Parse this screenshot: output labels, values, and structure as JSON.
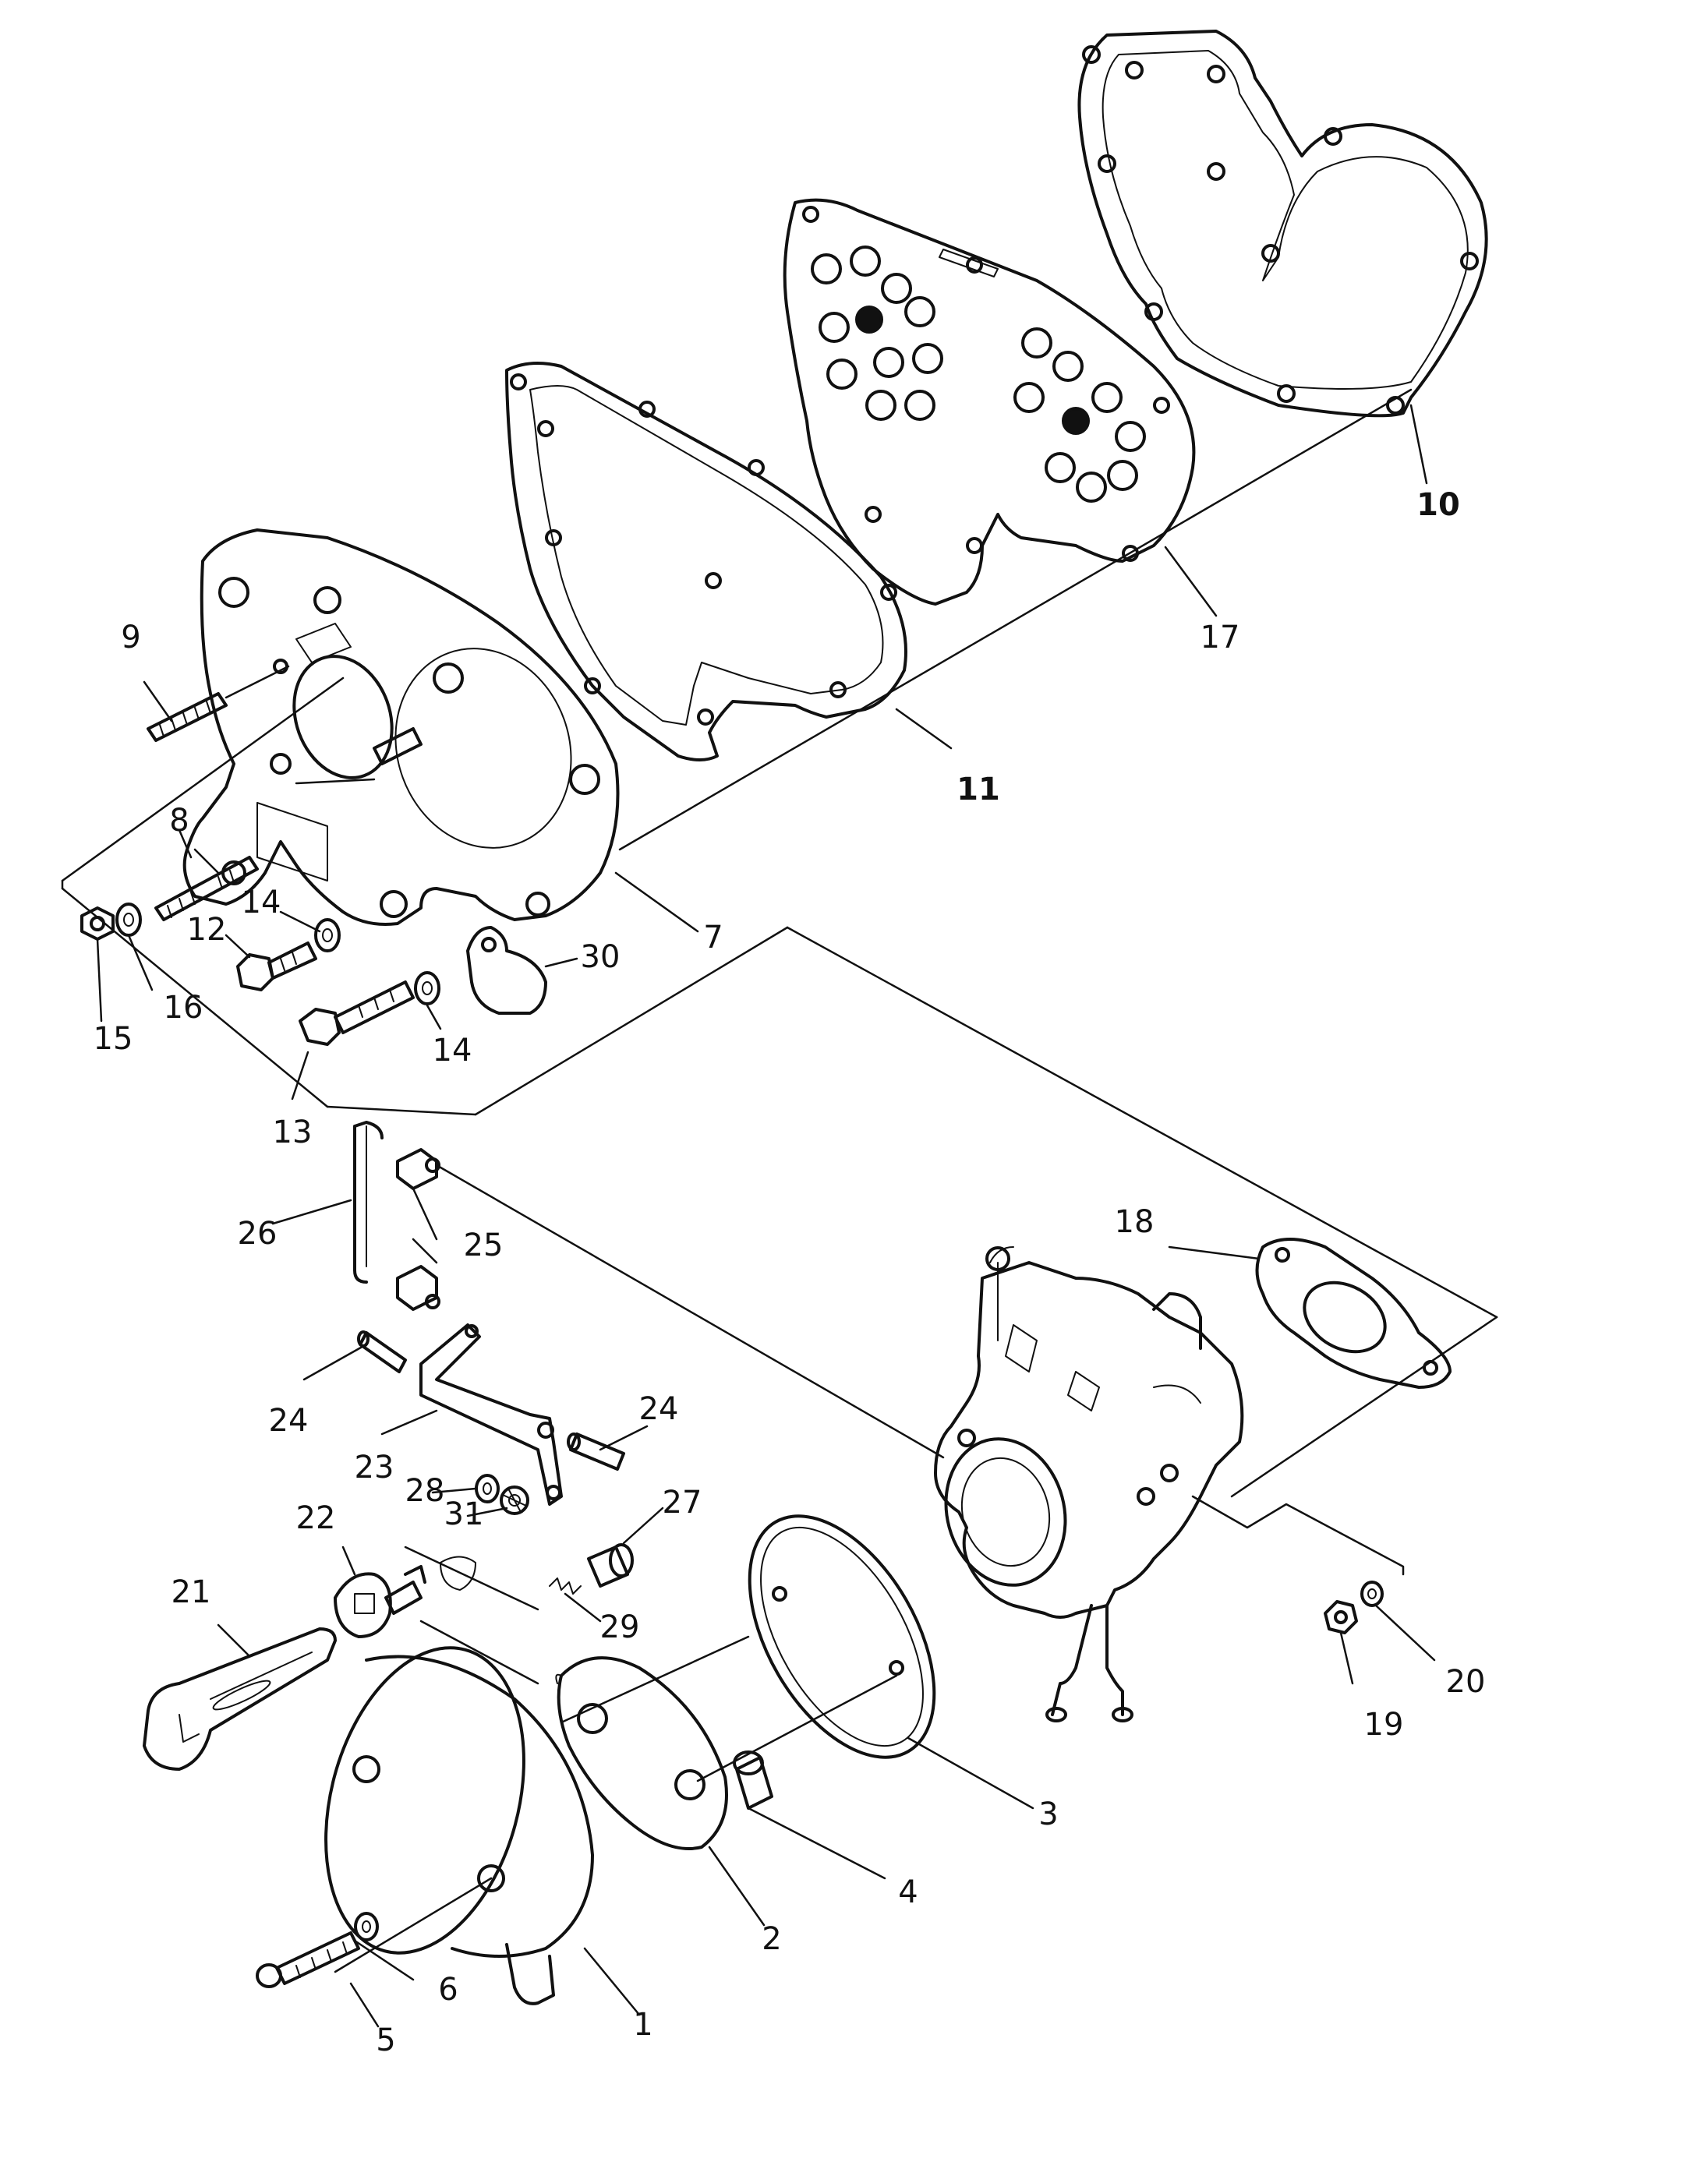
{
  "diagram": {
    "callouts": [
      {
        "id": "1",
        "text": "1"
      },
      {
        "id": "2",
        "text": "2"
      },
      {
        "id": "3",
        "text": "3"
      },
      {
        "id": "4",
        "text": "4"
      },
      {
        "id": "5",
        "text": "5"
      },
      {
        "id": "6",
        "text": "6"
      },
      {
        "id": "7",
        "text": "7"
      },
      {
        "id": "8",
        "text": "8"
      },
      {
        "id": "9",
        "text": "9"
      },
      {
        "id": "10",
        "text": "10"
      },
      {
        "id": "11",
        "text": "11"
      },
      {
        "id": "12",
        "text": "12"
      },
      {
        "id": "13",
        "text": "13"
      },
      {
        "id": "14a",
        "text": "14"
      },
      {
        "id": "14b",
        "text": "14"
      },
      {
        "id": "15",
        "text": "15"
      },
      {
        "id": "16",
        "text": "16"
      },
      {
        "id": "17",
        "text": "17"
      },
      {
        "id": "18",
        "text": "18"
      },
      {
        "id": "19",
        "text": "19"
      },
      {
        "id": "20",
        "text": "20"
      },
      {
        "id": "21",
        "text": "21"
      },
      {
        "id": "22",
        "text": "22"
      },
      {
        "id": "23",
        "text": "23"
      },
      {
        "id": "24a",
        "text": "24"
      },
      {
        "id": "24b",
        "text": "24"
      },
      {
        "id": "25",
        "text": "25"
      },
      {
        "id": "26",
        "text": "26"
      },
      {
        "id": "27",
        "text": "27"
      },
      {
        "id": "28",
        "text": "28"
      },
      {
        "id": "29",
        "text": "29"
      },
      {
        "id": "30",
        "text": "30"
      },
      {
        "id": "31",
        "text": "31"
      }
    ]
  }
}
